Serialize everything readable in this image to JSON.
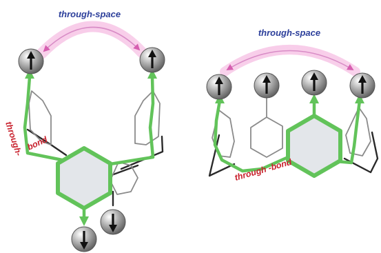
{
  "labels": {
    "left_through_space": "through-space",
    "right_through_space": "through-space",
    "left_through": "through-",
    "left_bond": "bond",
    "right_through_bond": "through -bond"
  },
  "colors": {
    "through_space_text": "#2b3e9a",
    "through_bond_text": "#c8202c",
    "bond_path": "#62c35a",
    "frame": "#2a2a2a",
    "ring_fill": "#e3e6ea",
    "spin_sphere": "#8e8e8e",
    "arc_highlight": "#f2b8de"
  },
  "icons": {
    "spin_center": "up-arrow-in-sphere",
    "spin_down": "down-arrow-in-sphere"
  }
}
